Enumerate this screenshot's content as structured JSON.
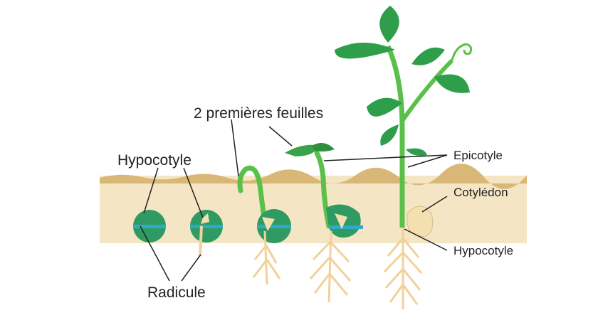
{
  "labels": {
    "hypocotyle_left": "Hypocotyle",
    "radicule": "Radicule",
    "premieres_feuilles": "2 premières feuilles",
    "epicotyle": "Epicotyle",
    "cotyledon": "Cotylédon",
    "hypocotyle_right": "Hypocotyle"
  },
  "colors": {
    "soil": "#f3e3bd",
    "soil_edge": "#c9a55a",
    "seed": "#2f9a62",
    "seed_band": "#2fa9c8",
    "stem": "#5bc04a",
    "leaf": "#2f9e4a",
    "root": "#f0d29a",
    "cotyledon": "#f3dfb0",
    "line": "#222222"
  },
  "stages": [
    {
      "name": "stage-1-seed"
    },
    {
      "name": "stage-2-radicle"
    },
    {
      "name": "stage-3-hook"
    },
    {
      "name": "stage-4-first-leaves"
    },
    {
      "name": "stage-5-plant"
    }
  ]
}
